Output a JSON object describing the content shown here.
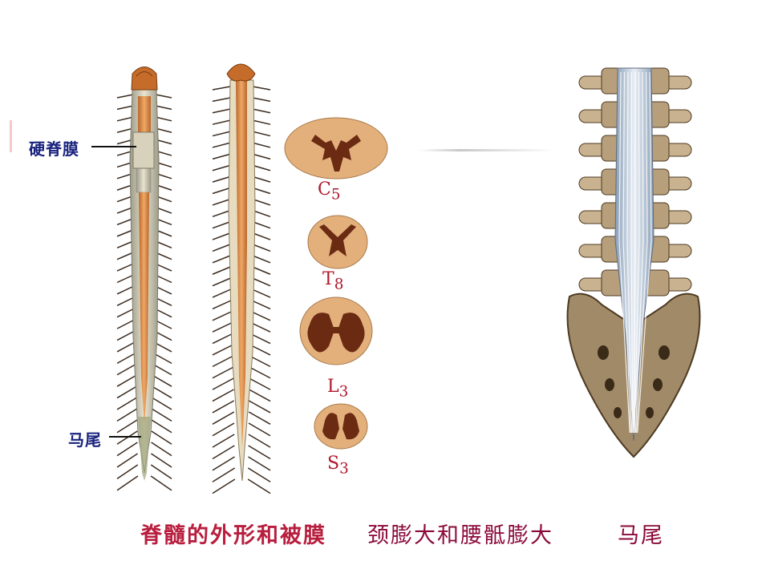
{
  "labels": {
    "dura": "硬脊膜",
    "cauda": "马尾"
  },
  "segments": [
    {
      "main": "C",
      "sub": "5"
    },
    {
      "main": "T",
      "sub": "8"
    },
    {
      "main": "L",
      "sub": "3"
    },
    {
      "main": "S",
      "sub": "3"
    }
  ],
  "captions": {
    "left": "脊髓的外形和被膜",
    "middle": "颈膨大和腰骶膨大",
    "right": "马尾"
  },
  "colors": {
    "cord": "#d88a4a",
    "grey_matter": "#6b2a12",
    "white_matter": "#e3b07c",
    "bone": "#c9b28f",
    "caption": "#8b0a3a",
    "label": "#1a237e"
  }
}
